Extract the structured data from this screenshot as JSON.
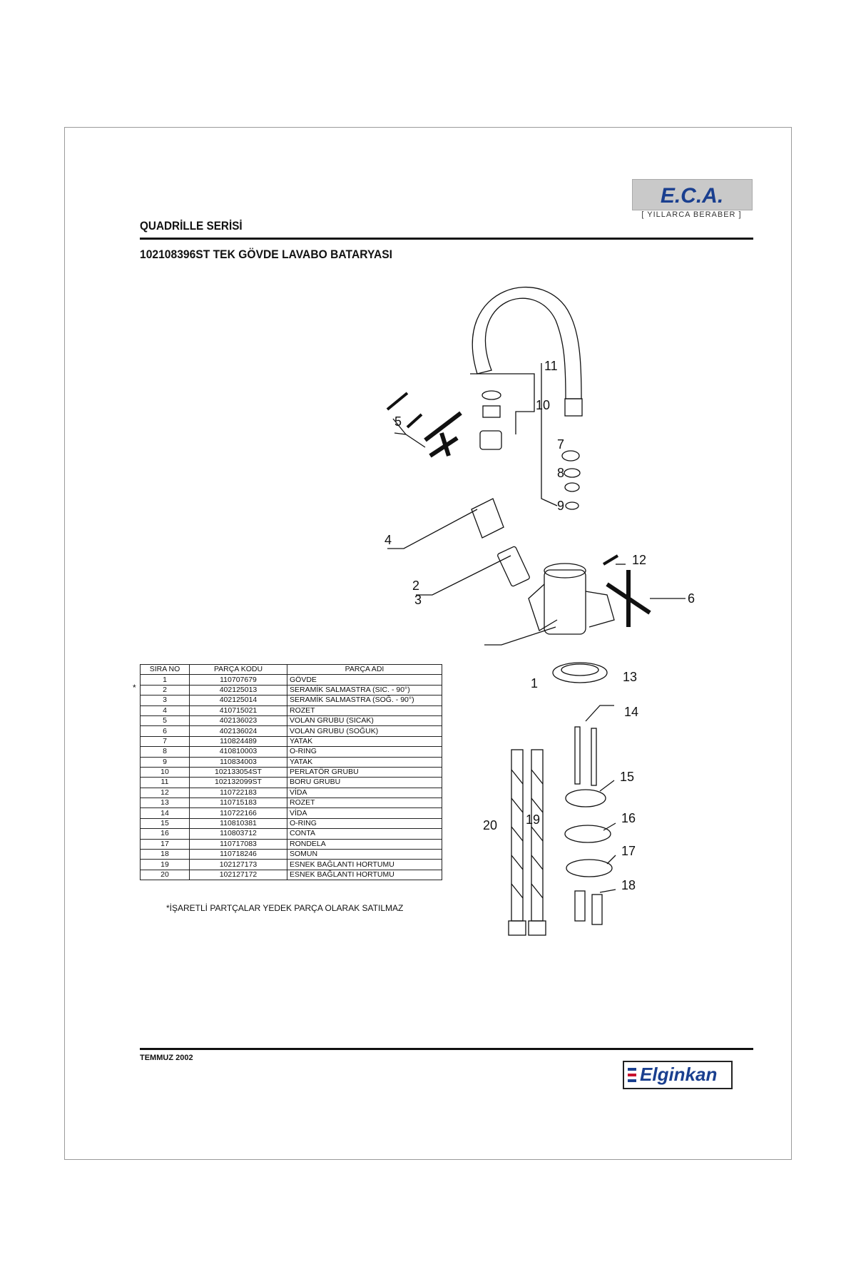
{
  "header": {
    "brand": "E.C.A.",
    "brand_slogan": "[ YILLARCA BERABER ]",
    "series": "QUADRİLLE SERİSİ",
    "title": "102108396ST TEK GÖVDE LAVABO BATARYASI"
  },
  "table": {
    "headers": [
      "SIRA NO",
      "PARÇA KODU",
      "PARÇA ADI"
    ],
    "rows": [
      {
        "no": "1",
        "code": "110707679",
        "name": "GÖVDE"
      },
      {
        "no": "2",
        "code": "402125013",
        "name": "SERAMİK SALMASTRA (SIC. - 90°)"
      },
      {
        "no": "3",
        "code": "402125014",
        "name": "SERAMİK SALMASTRA (SOĞ. - 90°)"
      },
      {
        "no": "4",
        "code": "410715021",
        "name": "ROZET"
      },
      {
        "no": "5",
        "code": "402136023",
        "name": "VOLAN GRUBU (SICAK)"
      },
      {
        "no": "6",
        "code": "402136024",
        "name": "VOLAN GRUBU (SOĞUK)"
      },
      {
        "no": "7",
        "code": "110824489",
        "name": "YATAK"
      },
      {
        "no": "8",
        "code": "410810003",
        "name": "O-RING"
      },
      {
        "no": "9",
        "code": "110834003",
        "name": "YATAK"
      },
      {
        "no": "10",
        "code": "102133054ST",
        "name": "PERLATÖR GRUBU"
      },
      {
        "no": "11",
        "code": "102132099ST",
        "name": "BORU GRUBU"
      },
      {
        "no": "12",
        "code": "110722183",
        "name": "VİDA"
      },
      {
        "no": "13",
        "code": "110715183",
        "name": "ROZET"
      },
      {
        "no": "14",
        "code": "110722166",
        "name": "VİDA"
      },
      {
        "no": "15",
        "code": "110810381",
        "name": "O-RING"
      },
      {
        "no": "16",
        "code": "110803712",
        "name": "CONTA"
      },
      {
        "no": "17",
        "code": "110717083",
        "name": "RONDELA"
      },
      {
        "no": "18",
        "code": "110718246",
        "name": "SOMUN"
      },
      {
        "no": "19",
        "code": "102127173",
        "name": "ESNEK BAĞLANTI HORTUMU"
      },
      {
        "no": "20",
        "code": "102127172",
        "name": "ESNEK BAĞLANTI HORTUMU"
      }
    ],
    "star": "*",
    "note": "*İŞARETLİ PARTÇALAR YEDEK PARÇA OLARAK SATILMAZ"
  },
  "diagram": {
    "callouts": [
      "1",
      "2",
      "3",
      "4",
      "5",
      "6",
      "7",
      "8",
      "9",
      "10",
      "11",
      "12",
      "13",
      "14",
      "15",
      "16",
      "17",
      "18",
      "19",
      "20"
    ]
  },
  "footer": {
    "date": "TEMMUZ 2002",
    "brand": "Elginkan"
  },
  "colors": {
    "ink": "#111111",
    "brand_blue": "#1a3f8f",
    "brand_box": "#c9c9c9"
  }
}
